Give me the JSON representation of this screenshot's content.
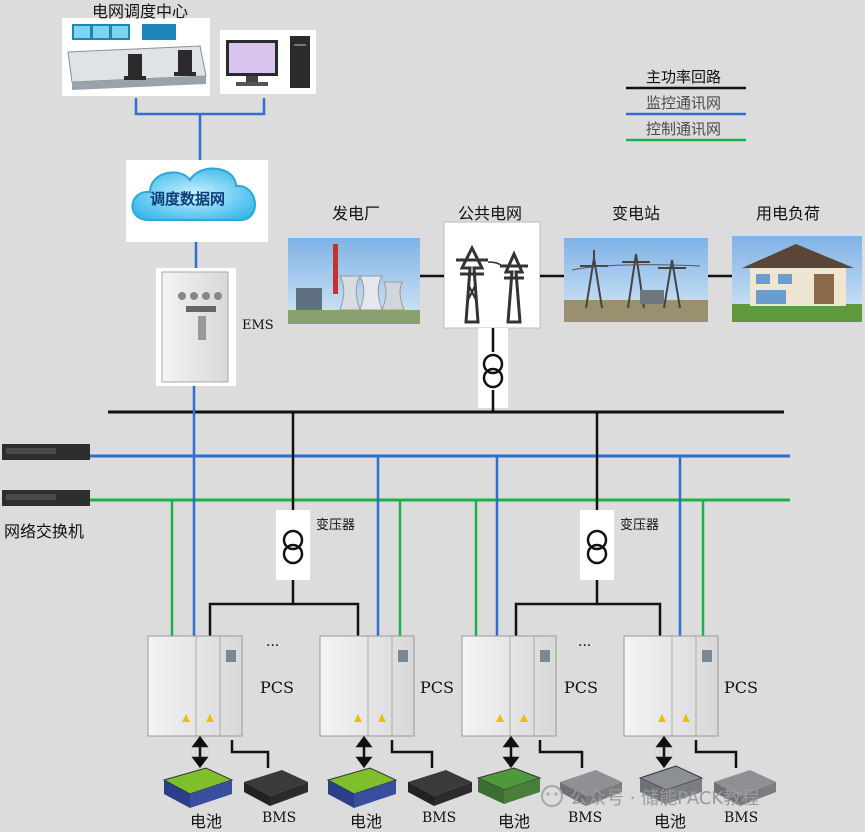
{
  "diagram": {
    "control_center_label": "电网调度中心",
    "cloud_label": "调度数据网",
    "ems_label": "EMS",
    "switch_label": "网络交换机",
    "power_plant_label": "发电厂",
    "public_grid_label": "公共电网",
    "substation_label": "变电站",
    "load_label": "用电负荷",
    "transformer_label": "变压器",
    "pcs_label": "PCS",
    "battery_label": "电池",
    "bms_label": "BMS",
    "ellipsis": "···",
    "legend": [
      {
        "label": "主功率回路",
        "color": "#111111"
      },
      {
        "label": "监控通讯网",
        "color": "#2f6fd0"
      },
      {
        "label": "控制通讯网",
        "color": "#1fb04a"
      }
    ],
    "watermark": "公众号 · 储能PACK教程",
    "colors": {
      "power": "#111111",
      "monitor": "#2f6fd0",
      "control": "#1fb04a",
      "background": "#dcdcdc"
    }
  }
}
